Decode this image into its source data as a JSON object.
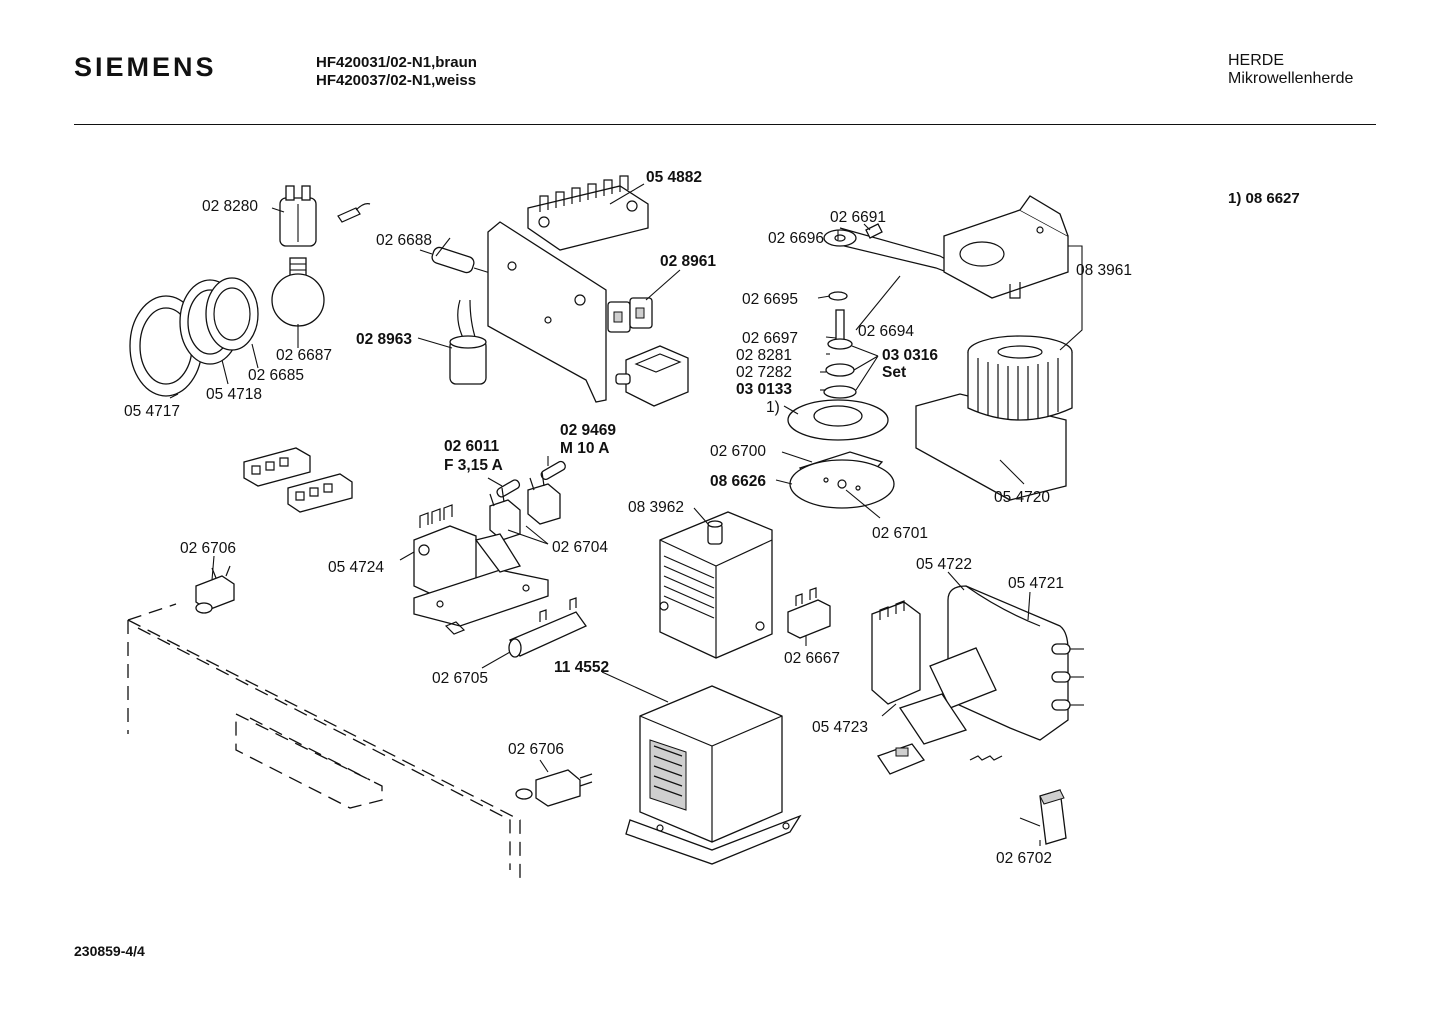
{
  "header": {
    "brand": "SIEMENS",
    "model_1": "HF420031/02-N1,braun",
    "model_2": "HF420037/02-N1,weiss",
    "category": "HERDE",
    "subcategory": "Mikrowellenherde"
  },
  "footnote": "1)  08 6627",
  "document_number": "230859-4/4",
  "parts": {
    "p028280": "02 8280",
    "p026688": "02 6688",
    "p054882": "05 4882",
    "p028961": "02 8961",
    "p028963": "02 8963",
    "p026687": "02 6687",
    "p026685": "02 6685",
    "p054718": "05 4718",
    "p054717": "05 4717",
    "p026691": "02 6691",
    "p026696": "02 6696",
    "p083961": "08 3961",
    "p026695": "02 6695",
    "p026694": "02 6694",
    "p026697": "02 6697",
    "p028281": "02 8281",
    "p027282": "02 7282",
    "p030133": "03 0133",
    "p030316": "03 0316",
    "set": "Set",
    "fn1": "1)",
    "p026700": "02 6700",
    "p086626": "08 6626",
    "p026701": "02 6701",
    "p054720": "05 4720",
    "p029469": "02 9469",
    "m10a": "M 10 A",
    "p026011": "02 6011",
    "f315a": "F 3,15 A",
    "p026704": "02 6704",
    "p083962": "08 3962",
    "p054724": "05 4724",
    "p026706a": "02 6706",
    "p026705": "02 6705",
    "p114552": "11 4552",
    "p026667": "02 6667",
    "p054722": "05 4722",
    "p054721": "05 4721",
    "p054723": "05 4723",
    "p026706b": "02 6706",
    "p026702": "02 6702"
  }
}
